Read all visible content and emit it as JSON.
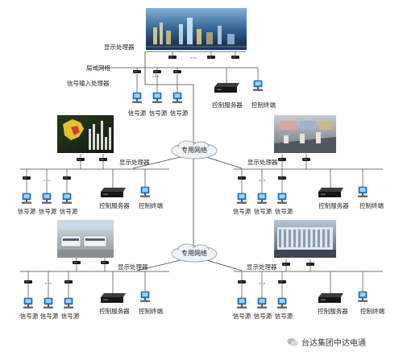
{
  "labels": {
    "display_processor": "显示处理器",
    "lan": "局域网络",
    "signal_input_processor": "信号输入处理器",
    "signal_source": "信号源",
    "control_server": "控制服务器",
    "control_terminal": "控制终端",
    "dedicated_network": "专用网络"
  },
  "watermark": "台达集团中达电通",
  "colors": {
    "line": "#444444",
    "monitor": "#1f7fd0",
    "box": "#1b1b1b",
    "cloud_fill": "#eef3f8",
    "cloud_stroke": "#7f95aa"
  }
}
